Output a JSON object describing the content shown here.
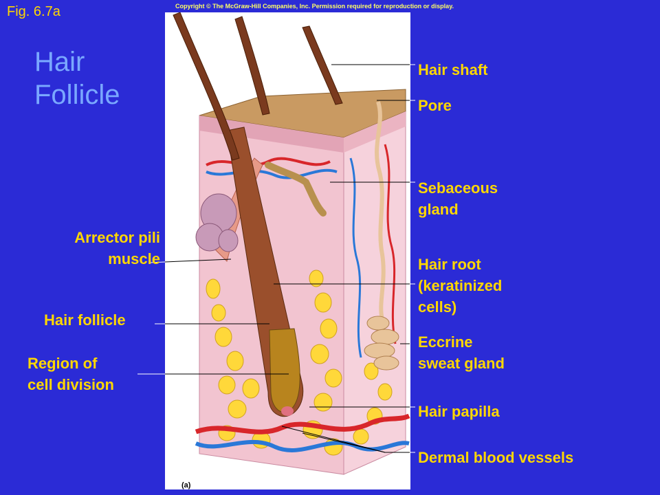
{
  "fig_label": "Fig. 6.7a",
  "copyright": "Copyright © The McGraw-Hill Companies, Inc. Permission required for reproduction or display.",
  "title": {
    "line1": "Hair",
    "line2": "Follicle"
  },
  "labels": {
    "hair_shaft": "Hair shaft",
    "pore": "Pore",
    "sebaceous_gland": [
      "Sebaceous",
      "gland"
    ],
    "hair_root": [
      "Hair root",
      "(keratinized",
      "cells)"
    ],
    "eccrine_sweat_gland": [
      "Eccrine",
      "sweat gland"
    ],
    "hair_papilla": "Hair papilla",
    "dermal_blood_vessels": "Dermal blood vessels",
    "arrector_pili_muscle": [
      "Arrector pili",
      "muscle"
    ],
    "hair_follicle": "Hair follicle",
    "region_of_cell_division": [
      "Region of",
      "cell division"
    ]
  },
  "panel_tag": "(a)",
  "colors": {
    "background": "#2b2bd6",
    "label_text": "#ffd700",
    "title_text": "#7aa8ff",
    "dermis": "#f2c4d0",
    "hair": "#7a3a1e",
    "fat": "#ffd83a",
    "artery": "#d8262a",
    "vein": "#2a78d8",
    "sweat_gland": "#e8c49a"
  }
}
